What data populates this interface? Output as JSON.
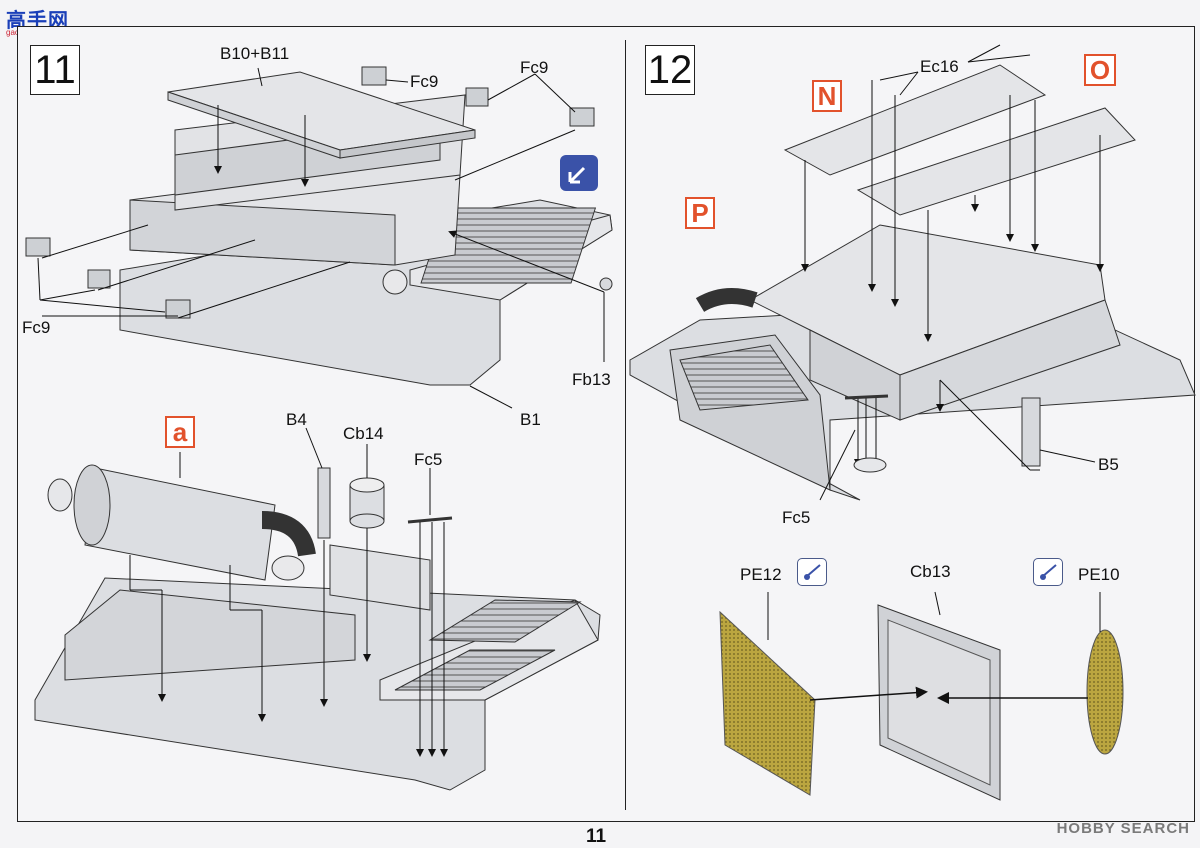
{
  "watermark_logo": {
    "text": "高手网",
    "subtext": "gao-shou.com"
  },
  "page_number": "11",
  "corner_watermark": "HOBBY SEARCH",
  "step11": {
    "number": "11",
    "labels": {
      "b10_b11": "B10+B11",
      "fc9_a": "Fc9",
      "fc9_b": "Fc9",
      "fc9_c": "Fc9",
      "fb13": "Fb13",
      "b1": "B1",
      "a_marker": "a",
      "b4": "B4",
      "cb14": "Cb14",
      "fc5": "Fc5"
    }
  },
  "step12": {
    "number": "12",
    "labels": {
      "ec16": "Ec16",
      "n_marker": "N",
      "o_marker": "O",
      "p_marker": "P",
      "b5": "B5",
      "fc5": "Fc5",
      "pe12": "PE12",
      "cb13": "Cb13",
      "pe10": "PE10"
    }
  },
  "colors": {
    "accent": "#e2522c",
    "icon_blue": "#3a52a8",
    "mesh": "#b8a23a",
    "part": "#dadce0"
  }
}
